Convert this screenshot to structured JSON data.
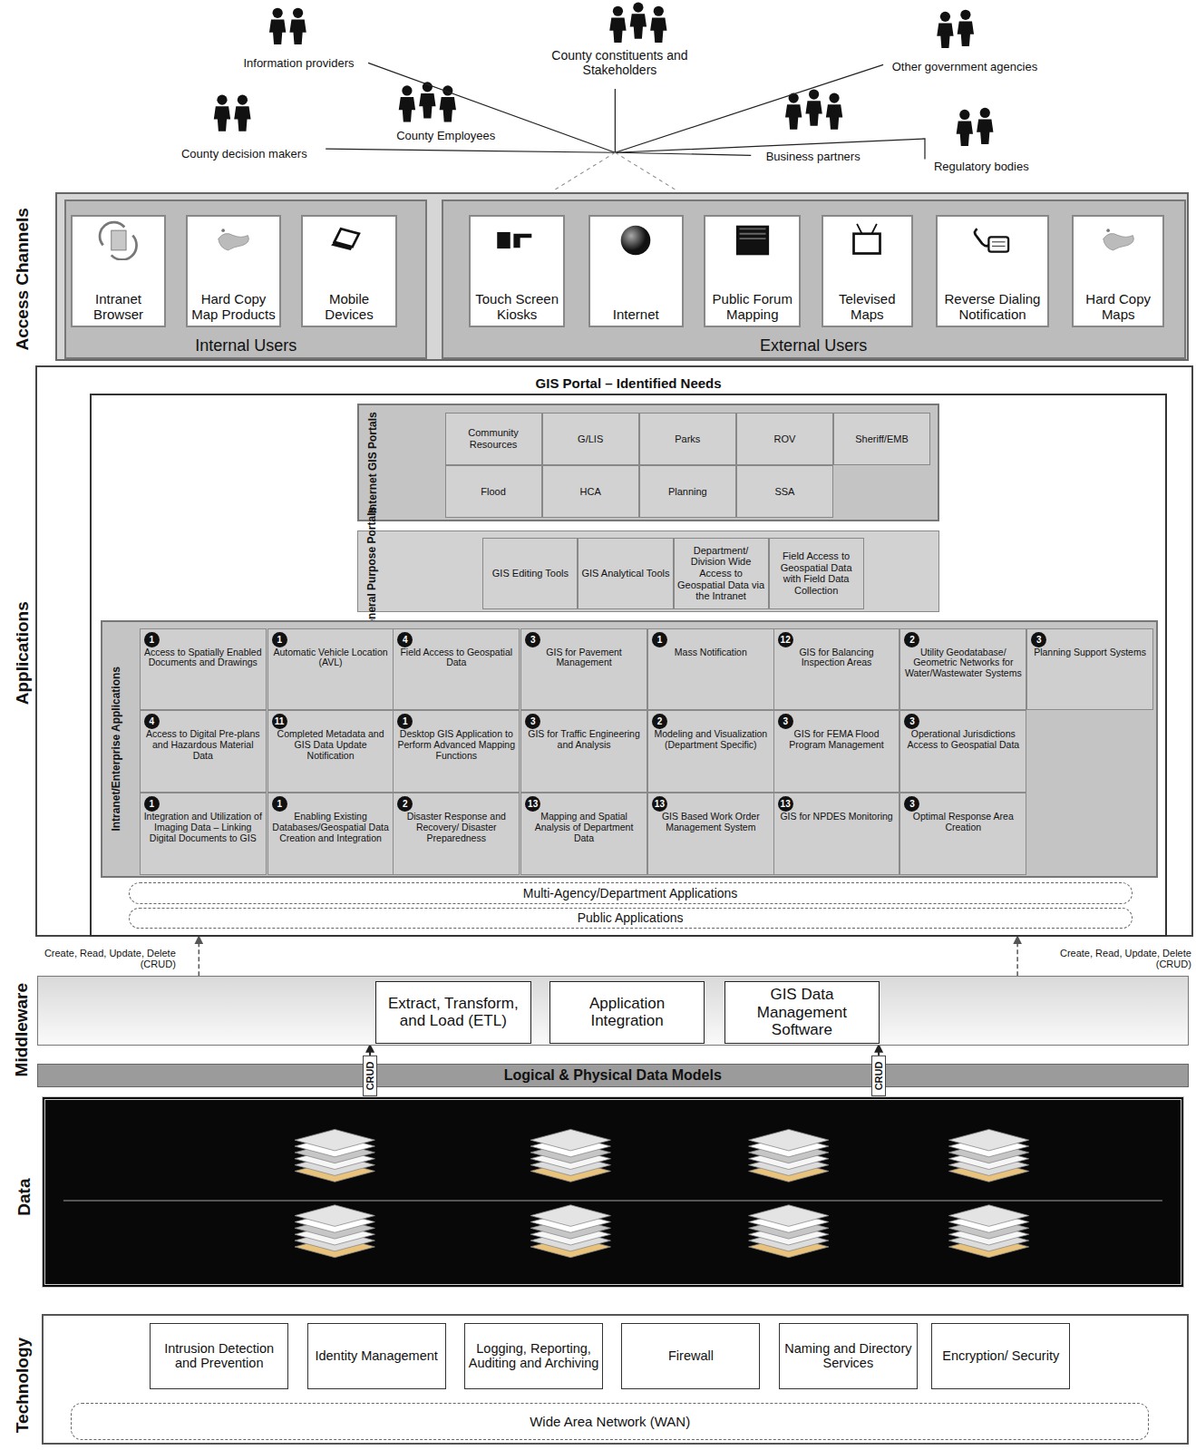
{
  "diagram": {
    "nodes": [
      {
        "text": [
          "Access Channels"
        ]
      },
      {
        "text": [
          "Internal Users"
        ],
        "in": 0
      },
      {
        "text": [
          "Intranet Browser"
        ],
        "in": 1
      },
      {
        "text": [
          "Hard Copy Map Products"
        ],
        "in": 1
      },
      {
        "text": [
          "Mobile Devices"
        ],
        "in": 1
      },
      {
        "text": [
          "External Users"
        ],
        "in": 0
      },
      {
        "text": [
          "Touch Screen Kiosks"
        ],
        "in": 5
      },
      {
        "text": [
          "Internet"
        ],
        "in": 5
      },
      {
        "text": [
          "Public Forum Mapping"
        ],
        "in": 5
      },
      {
        "text": [
          "Televised Maps"
        ],
        "in": 5
      },
      {
        "text": [
          "Reverse Dialing Notification"
        ],
        "in": 5
      },
      {
        "text": [
          "Hard Copy Maps"
        ],
        "in": 5
      },
      {
        "text": [
          "Applications"
        ]
      },
      {
        "text": [
          "GIS Portal – Identified Needs"
        ],
        "in": 12
      },
      {
        "text": [
          "Internet GIS Portals"
        ],
        "in": 13
      },
      {
        "text": [
          "Community Resources"
        ],
        "in": 14
      },
      {
        "text": [
          "G/LIS"
        ],
        "in": 14
      },
      {
        "text": [
          "Parks"
        ],
        "in": 14
      },
      {
        "text": [
          "ROV"
        ],
        "in": 14
      },
      {
        "text": [
          "Sheriff/EMB"
        ],
        "in": 14
      },
      {
        "text": [
          "Flood"
        ],
        "in": 14
      },
      {
        "text": [
          "HCA"
        ],
        "in": 14
      },
      {
        "text": [
          "Planning"
        ],
        "in": 14
      },
      {
        "text": [
          "SSA"
        ],
        "in": 14
      },
      {
        "text": [
          "General Purpose Portals"
        ],
        "in": 13
      },
      {
        "text": [
          "GIS Editing Tools"
        ],
        "in": 24
      },
      {
        "text": [
          "GIS Analytical Tools"
        ],
        "in": 24
      },
      {
        "text": [
          "Department/ Division Wide Access to Geospatial Data via the Intranet"
        ],
        "in": 24
      },
      {
        "text": [
          "Field Access to Geospatial Data with Field Data Collection"
        ],
        "in": 24
      },
      {
        "text": [
          "Intranet/Enterprise Applications"
        ],
        "in": 13
      },
      {
        "text": [
          "1",
          "Access to Spatially Enabled Documents and Drawings"
        ],
        "in": 29
      },
      {
        "text": [
          "1",
          "Automatic Vehicle Location (AVL)"
        ],
        "in": 29
      },
      {
        "text": [
          "4",
          "Field Access to Geospatial Data"
        ],
        "in": 29
      },
      {
        "text": [
          "3",
          "GIS for Pavement Management"
        ],
        "in": 29
      },
      {
        "text": [
          "1",
          "Mass Notification"
        ],
        "in": 29
      },
      {
        "text": [
          "12",
          "GIS for Balancing Inspection Areas"
        ],
        "in": 29
      },
      {
        "text": [
          "2",
          "Utility Geodatabase/ Geometric Networks for Water/Wastewater Systems"
        ],
        "in": 29
      },
      {
        "text": [
          "3",
          "Planning Support Systems"
        ],
        "in": 29
      },
      {
        "text": [
          "4",
          "Access to Digital Pre-plans and Hazardous Material Data"
        ],
        "in": 29
      },
      {
        "text": [
          "11",
          "Completed Metadata and GIS Data Update Notification"
        ],
        "in": 29
      },
      {
        "text": [
          "1",
          "Desktop GIS Application to Perform Advanced Mapping Functions"
        ],
        "in": 29
      },
      {
        "text": [
          "3",
          "GIS for Traffic Engineering and Analysis"
        ],
        "in": 29
      },
      {
        "text": [
          "2",
          "Modeling and Visualization (Department Specific)"
        ],
        "in": 29
      },
      {
        "text": [
          "3",
          "GIS for FEMA Flood Program Management"
        ],
        "in": 29
      },
      {
        "text": [
          "3",
          "Operational Jurisdictions Access to Geospatial Data"
        ],
        "in": 29
      },
      {
        "text": [
          "1",
          "Integration and Utilization of Imaging Data – Linking Digital Documents to GIS"
        ],
        "in": 29
      },
      {
        "text": [
          "1",
          "Enabling Existing Databases/Geospatial Data Creation and Integration"
        ],
        "in": 29
      },
      {
        "text": [
          "2",
          "Disaster Response and Recovery/ Disaster Preparedness"
        ],
        "in": 29
      },
      {
        "text": [
          "13",
          "Mapping and Spatial Analysis of Department Data"
        ],
        "in": 29
      },
      {
        "text": [
          "13",
          "GIS Based Work Order Management System"
        ],
        "in": 29
      },
      {
        "text": [
          "13",
          "GIS for NPDES Monitoring"
        ],
        "in": 29
      },
      {
        "text": [
          "3",
          "Optimal Response Area Creation"
        ],
        "in": 29
      },
      {
        "text": [
          "Multi-Agency/Department Applications"
        ],
        "in": 13
      },
      {
        "text": [
          "Public Applications"
        ],
        "in": 13
      },
      {
        "text": [
          "Middleware"
        ]
      },
      {
        "text": [
          "Extract, Transform, and Load (ETL)"
        ],
        "in": 54
      },
      {
        "text": [
          "Application Integration"
        ],
        "in": 54
      },
      {
        "text": [
          "GIS Data Management Software"
        ],
        "in": 54
      },
      {
        "text": [
          "Logical & Physical Data Models"
        ]
      },
      {
        "text": [
          "Data"
        ]
      },
      {
        "text": [
          "Technology"
        ]
      },
      {
        "text": [
          "Intrusion Detection and Prevention"
        ],
        "in": 60
      },
      {
        "text": [
          "Identity Management"
        ],
        "in": 60
      },
      {
        "text": [
          "Logging, Reporting, Auditing and Archiving"
        ],
        "in": 60
      },
      {
        "text": [
          "Firewall"
        ],
        "in": 60
      },
      {
        "text": [
          "Naming and Directory Services"
        ],
        "in": 60
      },
      {
        "text": [
          "Encryption/ Security"
        ],
        "in": 60
      },
      {
        "text": [
          "Wide Area Network (WAN)"
        ],
        "in": 60
      }
    ],
    "edges": [
      {
        "from": 54,
        "to": 12,
        "arrow": "to"
      },
      {
        "from": 54,
        "to": 12,
        "arrow": "to"
      },
      {
        "from": 54,
        "to": 59,
        "arrow": "both"
      },
      {
        "from": 54,
        "to": 59,
        "arrow": "both"
      }
    ],
    "labels": [
      "Information providers",
      "County constituents and Stakeholders",
      "Other government agencies",
      "County decision makers",
      "County Employees",
      "Business partners",
      "Regulatory bodies",
      "Create, Read, Update, Delete (CRUD)",
      "Create, Read, Update, Delete (CRUD)",
      "CRUD",
      "CRUD"
    ]
  }
}
